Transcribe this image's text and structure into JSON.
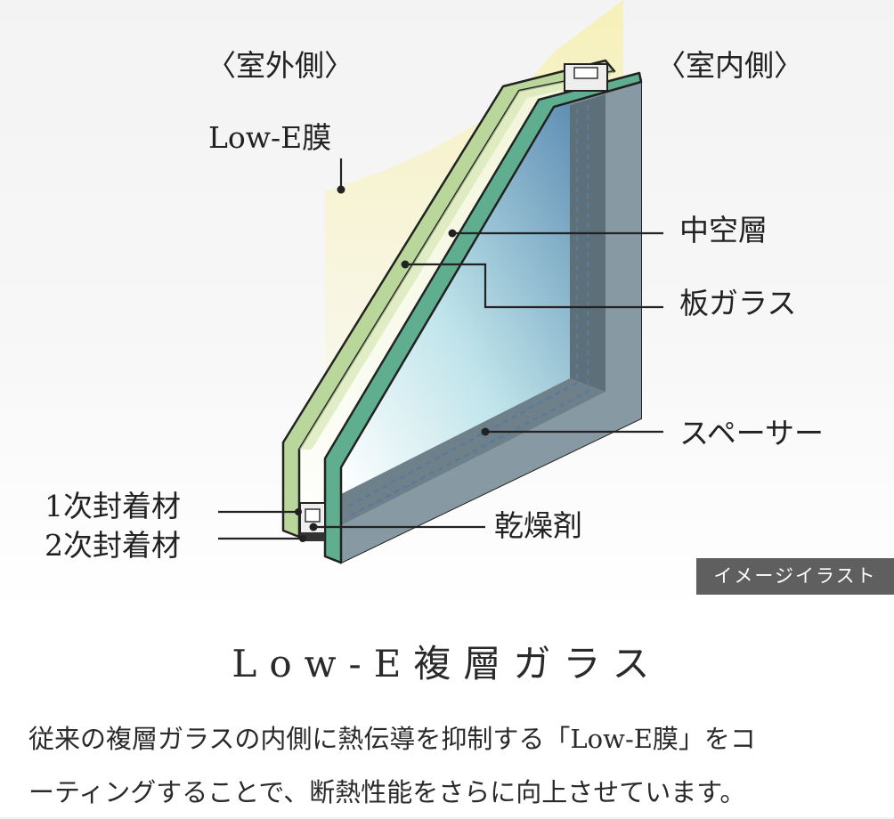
{
  "labels": {
    "outdoor": "〈室外側〉",
    "indoor": "〈室内側〉",
    "low_e_film": "Low-E膜",
    "hollow_layer": "中空層",
    "sheet_glass": "板ガラス",
    "spacer": "スペーサー",
    "desiccant": "乾燥剤",
    "primary_sealant": "1次封着材",
    "secondary_sealant": "2次封着材"
  },
  "badge": "イメージイラスト",
  "title": "Low-E複層ガラス",
  "description": {
    "line1": "従来の複層ガラスの内側に熱伝導を抑制する「Low-E膜」をコ",
    "line2": "ーティングすることで、断熱性能をさらに向上させています。"
  },
  "colors": {
    "outer_pane": "#b9d79a",
    "inner_pane": "#5fae90",
    "glass_face": "#9fd2df",
    "frame_gray": "#7e929b",
    "badge_bg": "#5f5f5f"
  }
}
